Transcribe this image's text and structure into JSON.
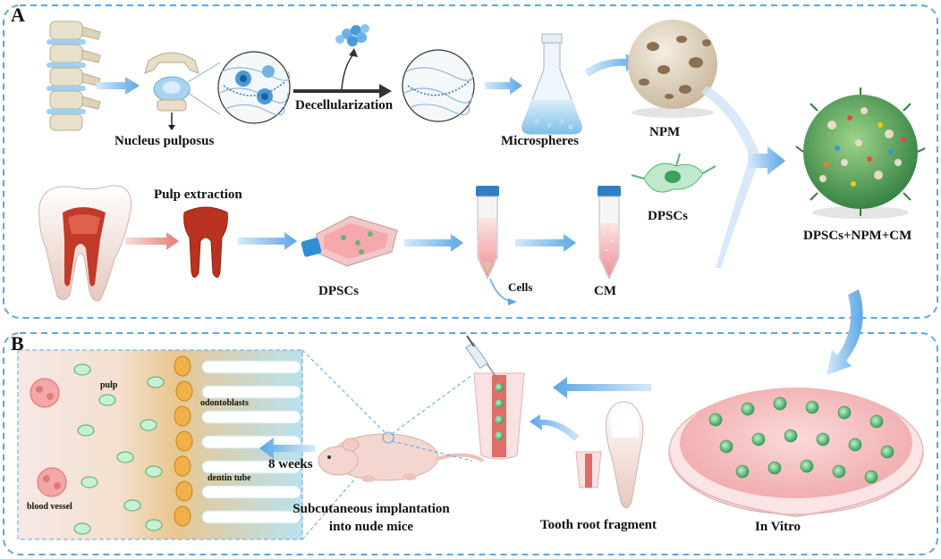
{
  "panelA": {
    "letter": "A",
    "nucleus_label": "Nucleus pulposus",
    "decell_label": "Decellularization",
    "microspheres_label": "Microspheres",
    "npm_label": "NPM",
    "dpscs_side_label": "DPSCs",
    "combo_label": "DPSCs+NPM+CM",
    "pulp_extraction_label": "Pulp extraction",
    "dpscs_bottom_label": "DPSCs",
    "cells_label": "Cells",
    "cm_label": "CM"
  },
  "panelB": {
    "letter": "B",
    "pulp_label": "pulp",
    "odontoblasts_label": "odontoblasts",
    "dentin_tube_label": "dentin tube",
    "blood_vessel_label": "blood vessel",
    "weeks_label": "8 weeks",
    "implant_line1": "Subcutaneous implantation",
    "implant_line2": "into nude mice",
    "root_label": "Tooth root fragment",
    "invitro_label": "In Vitro"
  },
  "colors": {
    "panel_border": "#5aa7e6",
    "arrow_blue": "#6aaee8",
    "arrow_red": "#e98b86",
    "bone": "#e9e3d1",
    "disc": "#a9d3ee",
    "npm_sphere": "#e8ddcc",
    "cell_green": "#3fa15f",
    "pulp_red": "#c23a2a"
  }
}
